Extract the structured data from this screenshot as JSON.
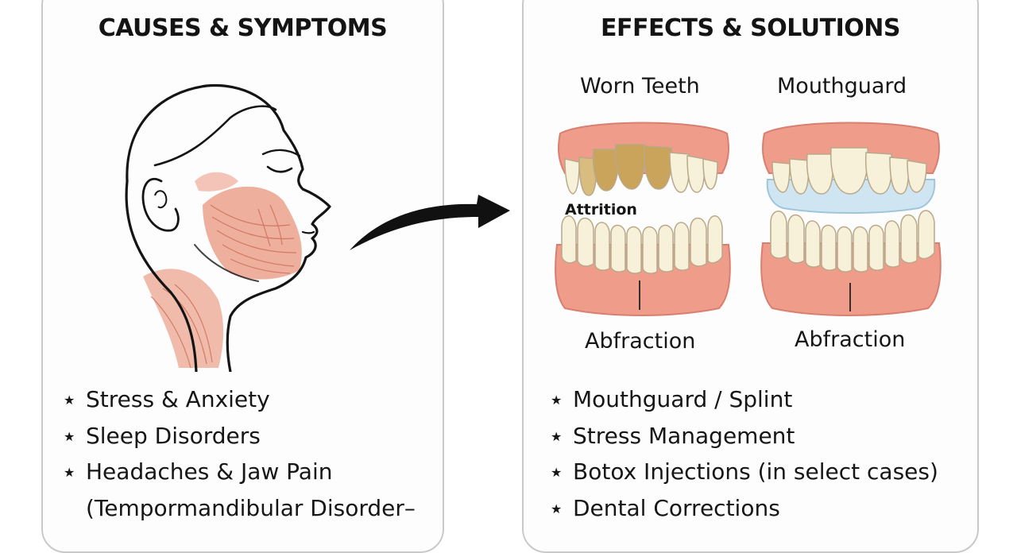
{
  "left_panel": {
    "title": "CAUSES & SYMPTOMS",
    "items": [
      "Stress & Anxiety",
      "Sleep Disorders",
      "Headaches & Jaw Pain",
      "(Tempormandibular Disorder–"
    ]
  },
  "right_panel": {
    "title": "EFFECTS & SOLUTIONS",
    "columns": [
      {
        "title": "Worn Teeth",
        "top_label": "Attrition",
        "bottom_label": "Abfraction"
      },
      {
        "title": "Mouthguard",
        "bottom_label": "Abfraction"
      }
    ],
    "items": [
      "Mouthguard / Splint",
      "Stress Management",
      "Botox Injections (in select cases)",
      "Dental Corrections"
    ]
  },
  "bullet_symbol": "★",
  "colors": {
    "gum": "#ef9c8a",
    "gum_dark": "#d97f6f",
    "tooth": "#f7f1da",
    "worn_tooth": "#c9a45a",
    "muscle": "#e99a82",
    "mouthguard": "#cfe6f2",
    "arrow": "#111111"
  }
}
